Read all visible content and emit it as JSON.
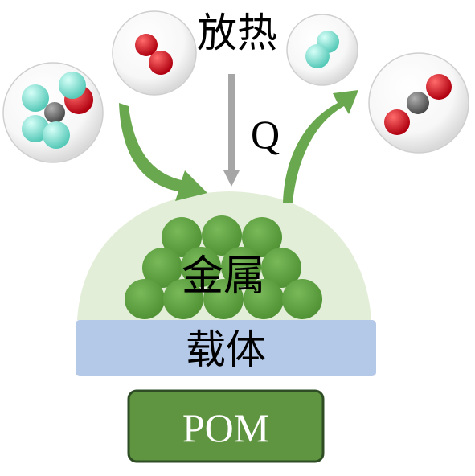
{
  "labels": {
    "exothermic": "放热",
    "heat": "Q",
    "metal": "金属",
    "support": "载体",
    "pom": "POM"
  },
  "colors": {
    "arrow_green": "#6aa84f",
    "cap_green": "#e3eed8",
    "sphere_green": "#5b9f3d",
    "support_blue": "#b4c8e8",
    "pom_green": "#5f9440",
    "pom_border": "#2e4d25",
    "heat_arrow": "#a6a6a6",
    "fluorine": "#7fe0d0",
    "carbon": "#6b6b6b",
    "oxygen": "#d90f1e"
  },
  "icons": {
    "molecule_1": "cf3-oxygen-molecule-icon",
    "molecule_2": "o2-molecule-icon",
    "molecule_3": "f2-molecule-icon",
    "molecule_4": "co2-molecule-icon"
  }
}
